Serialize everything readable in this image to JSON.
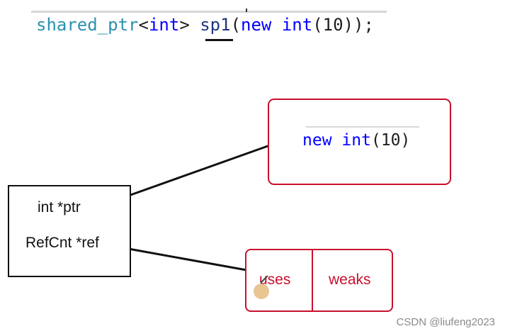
{
  "code": {
    "line": [
      {
        "text": "shared_ptr",
        "kind": "type"
      },
      {
        "text": "<",
        "kind": "plain"
      },
      {
        "text": "int",
        "kind": "kw"
      },
      {
        "text": "> ",
        "kind": "plain"
      },
      {
        "text": "sp1",
        "kind": "ident"
      },
      {
        "text": "(",
        "kind": "plain"
      },
      {
        "text": "new",
        "kind": "kw"
      },
      {
        "text": " ",
        "kind": "plain"
      },
      {
        "text": "int",
        "kind": "kw"
      },
      {
        "text": "(",
        "kind": "plain"
      },
      {
        "text": "10",
        "kind": "num"
      },
      {
        "text": "));",
        "kind": "plain"
      }
    ]
  },
  "smart_pointer": {
    "fields": [
      "int *ptr",
      "RefCnt *ref"
    ]
  },
  "heap_object": {
    "code": [
      {
        "text": "new",
        "kind": "kw"
      },
      {
        "text": " ",
        "kind": "plain"
      },
      {
        "text": "int",
        "kind": "kw"
      },
      {
        "text": "(",
        "kind": "plain"
      },
      {
        "text": "10",
        "kind": "num"
      },
      {
        "text": ")",
        "kind": "plain"
      }
    ]
  },
  "ref_count": {
    "cells": [
      "uses",
      "weaks"
    ]
  },
  "watermark": "CSDN @liufeng2023",
  "colors": {
    "accent_red": "#c8102e",
    "type_color": "#2b91af",
    "keyword_color": "#0000ff"
  }
}
